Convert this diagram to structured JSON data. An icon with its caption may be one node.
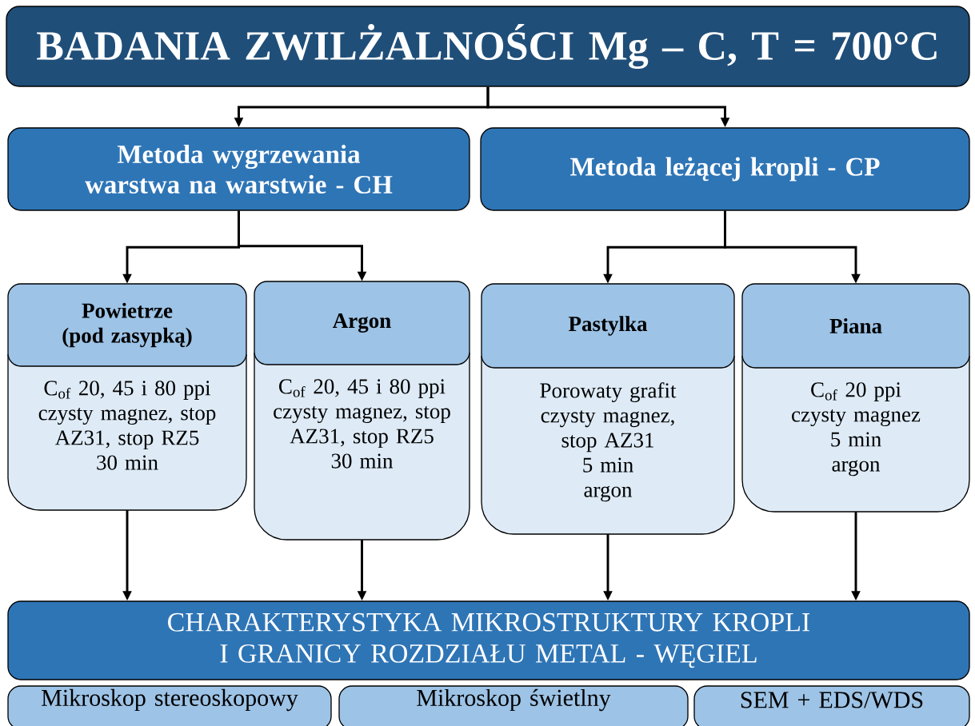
{
  "diagram": {
    "nodes": [
      {
        "text": [
          "BADANIA ZWILŻALNOŚCI Mg – C, T = 700°C"
        ]
      },
      {
        "text": [
          "Metoda wygrzewania warstwa na warstwie - CH"
        ]
      },
      {
        "text": [
          "Metoda leżącej kropli - CP"
        ]
      },
      {
        "text": [
          "Powietrze (pod zasypką)",
          "C$_{of}$ 20, 45 i 80 ppi",
          "czysty magnez, stop AZ31, stop RZ5",
          "30 min"
        ]
      },
      {
        "text": [
          "Argon",
          "C$_{of}$ 20, 45 i 80 ppi",
          "czysty magnez, stop AZ31, stop RZ5",
          "30 min"
        ]
      },
      {
        "text": [
          "Pastylka",
          "Porowaty grafit",
          "czysty magnez, stop AZ31",
          "5 min",
          "argon"
        ]
      },
      {
        "text": [
          "Piana",
          "C$_{of}$ 20 ppi",
          "czysty magnez",
          "5 min",
          "argon"
        ]
      },
      {
        "text": [
          "CHARAKTERYSTYKA MIKROSTRUKTURY KROPLI I GRANICY ROZDZIAŁU METAL - WĘGIEL"
        ]
      },
      {
        "text": [
          "Mikroskop stereoskopowy"
        ]
      },
      {
        "text": [
          "Mikroskop świetlny"
        ]
      },
      {
        "text": [
          "SEM + EDS/WDS"
        ]
      }
    ],
    "edges": [
      {
        "from": 0,
        "to": 1,
        "arrow": "to"
      },
      {
        "from": 0,
        "to": 2,
        "arrow": "to"
      },
      {
        "from": 1,
        "to": 3,
        "arrow": "to"
      },
      {
        "from": 1,
        "to": 4,
        "arrow": "to"
      },
      {
        "from": 2,
        "to": 5,
        "arrow": "to"
      },
      {
        "from": 2,
        "to": 6,
        "arrow": "to"
      },
      {
        "from": 3,
        "to": 7,
        "arrow": "to"
      },
      {
        "from": 4,
        "to": 7,
        "arrow": "to"
      },
      {
        "from": 5,
        "to": 7,
        "arrow": "to"
      },
      {
        "from": 6,
        "to": 7,
        "arrow": "to"
      }
    ]
  }
}
